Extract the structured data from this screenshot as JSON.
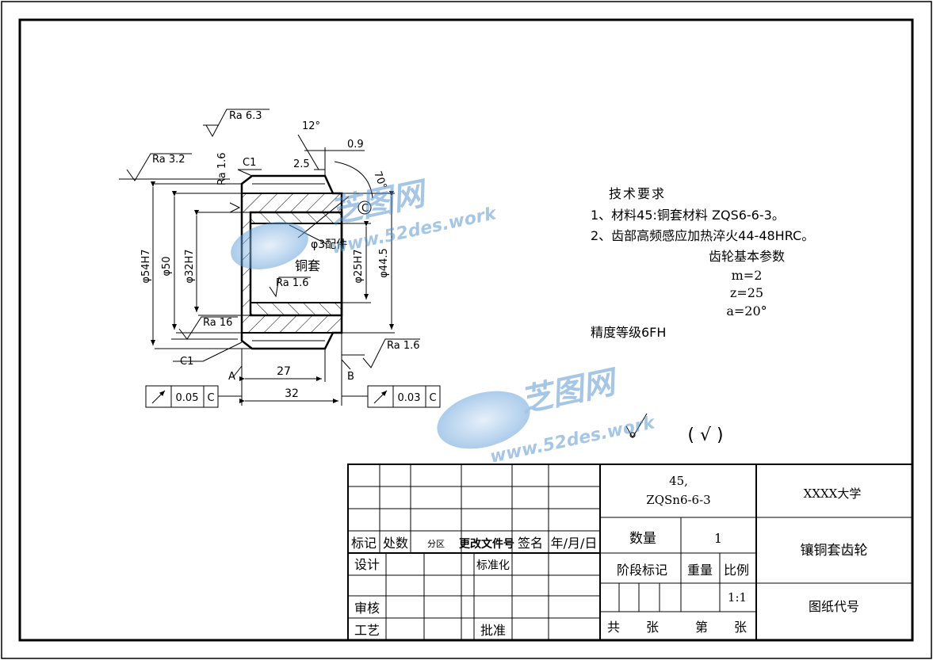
{
  "title_block": {
    "material_line1": "45,",
    "material_line2": "ZQSn6-6-3",
    "university": "XXXX大学",
    "part_name": "镶铜套齿轮",
    "drawing_code_label": "图纸代号",
    "qty_label": "数量",
    "qty_value": "1",
    "stage_label": "阶段标记",
    "weight_label": "重量",
    "ratio_label": "比例",
    "ratio_value": "1:1",
    "total_label": "共",
    "sheet_label": "张",
    "page_label": "第",
    "page_sheet_label": "张",
    "col_mark": "标记",
    "col_count": "处数",
    "col_zone": "分区",
    "col_docno": "更改文件号",
    "col_sign": "签名",
    "col_date": "年/月/日",
    "design": "设计",
    "standardize": "标准化",
    "review": "审核",
    "process": "工艺",
    "approve": "批准"
  },
  "tech_requirements": {
    "heading": "技术要求",
    "item1": "1、材料45:铜套材料 ZQS6-6-3。",
    "item2": "2、齿部高频感应加热淬火44-48HRC。",
    "gear_params_heading": "齿轮基本参数",
    "m": "m=2",
    "z": "z=25",
    "a": "a=20°",
    "precision": "精度等级6FH"
  },
  "dimensions": {
    "d54": "φ54H7",
    "d50": "φ50",
    "d32": "φ32H7",
    "d25": "φ25H7",
    "d44": "φ44.5",
    "len27": "27",
    "len32": "32",
    "ch_top": "C1",
    "ch_bot": "C1",
    "len25": "2.5",
    "len09": "0.9",
    "ang12": "12°",
    "ang70": "70°",
    "pin": "φ3配件",
    "sleeve": "铜套",
    "datumA": "A",
    "datumB": "B",
    "datumC": "C"
  },
  "roughness": {
    "r63": "Ra 6.3",
    "r32": "Ra 3.2",
    "r16_vert": "Ra 1.6",
    "r16_left": "Ra 16",
    "r16_inner": "Ra 1.6",
    "r16_right": "Ra 1.6"
  },
  "tolerance": {
    "left_value": "0.05",
    "left_datum": "C",
    "right_value": "0.03",
    "right_datum": "C"
  },
  "other_surfaces": {
    "paren": "( √ )"
  },
  "watermark": {
    "brand": "芝图网",
    "url": "www.52des.work"
  }
}
